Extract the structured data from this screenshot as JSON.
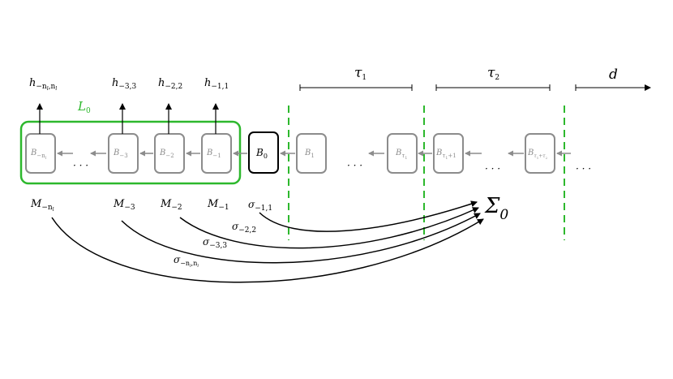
{
  "colors": {
    "green": "#2db82d",
    "gray": "#8c8c8c",
    "black": "#000000",
    "blockText": "#8c8c8c"
  },
  "labels": {
    "L": "L",
    "L_sub": "0",
    "B0": "B",
    "B0_sub": "0",
    "Sigma": "Σ",
    "Sigma_sub": "0",
    "tau1": "τ",
    "tau1_sub": "1",
    "tau2": "τ",
    "tau2_sub": "2",
    "d": "d",
    "dots": "· · ·"
  },
  "history_outputs": [
    {
      "base": "h",
      "sub": "−n",
      "subsub": "l",
      "sub2": ",n",
      "subsub2": "l"
    },
    {
      "base": "h",
      "sub": "−3,3"
    },
    {
      "base": "h",
      "sub": "−2,2"
    },
    {
      "base": "h",
      "sub": "−1,1"
    }
  ],
  "history_blocks": [
    {
      "base": "B",
      "sub": "−n",
      "subsub": "l"
    },
    {
      "base": "B",
      "sub": "−3"
    },
    {
      "base": "B",
      "sub": "−2"
    },
    {
      "base": "B",
      "sub": "−1"
    }
  ],
  "future_blocks": [
    {
      "base": "B",
      "sub": "1"
    },
    {
      "base": "B",
      "sub": "τ",
      "subsub": "1"
    },
    {
      "base": "B",
      "sub": "τ",
      "subsub": "1",
      "sub2": "+1"
    },
    {
      "base": "B",
      "sub": "τ",
      "subsub": "1",
      "sub2": "+τ",
      "subsub2": "2"
    }
  ],
  "M_labels": [
    {
      "base": "M",
      "sub": "−n",
      "subsub": "l"
    },
    {
      "base": "M",
      "sub": "−3"
    },
    {
      "base": "M",
      "sub": "−2"
    },
    {
      "base": "M",
      "sub": "−1"
    }
  ],
  "sigma_labels": [
    {
      "base": "σ",
      "sub": "−1,1"
    },
    {
      "base": "σ",
      "sub": "−2,2"
    },
    {
      "base": "σ",
      "sub": "−3,3"
    },
    {
      "base": "σ",
      "sub": "−n",
      "subsub": "l",
      "sub2": ",n",
      "subsub2": "l"
    }
  ]
}
